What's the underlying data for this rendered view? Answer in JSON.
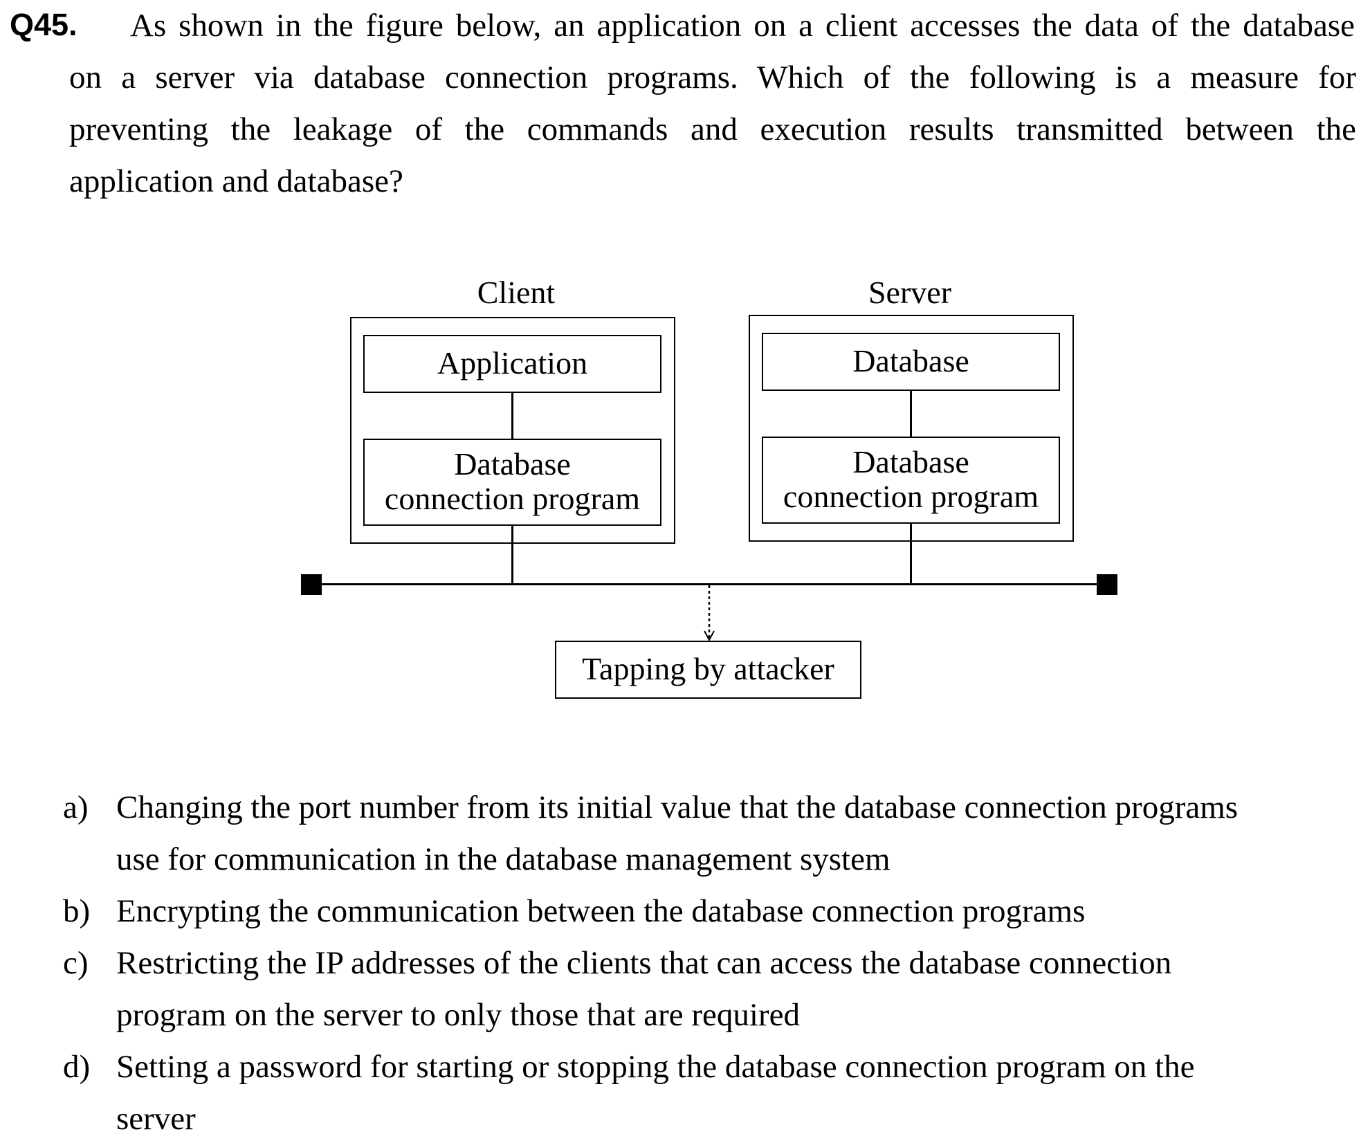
{
  "question": {
    "number": "Q45.",
    "lines": [
      "As shown in the figure below, an application on a client accesses the data of the database",
      "on a server via database connection programs. Which of the following is a measure for",
      "preventing the leakage of the commands and execution results transmitted between the",
      "application and database?"
    ]
  },
  "figure": {
    "client_label": "Client",
    "server_label": "Server",
    "client_app": "Application",
    "client_conn_line1": "Database",
    "client_conn_line2": "connection program",
    "server_db": "Database",
    "server_conn_line1": "Database",
    "server_conn_line2": "connection program",
    "tapping": "Tapping by attacker"
  },
  "options": [
    {
      "letter": "a)",
      "lines": [
        "Changing the port number from its initial value that the database connection programs",
        "use for communication in the database management system"
      ]
    },
    {
      "letter": "b)",
      "lines": [
        "Encrypting the communication between the database connection programs"
      ]
    },
    {
      "letter": "c)",
      "lines": [
        "Restricting the IP addresses of the clients that can access the database connection",
        "program on the server to only those that are required"
      ]
    },
    {
      "letter": "d)",
      "lines": [
        "Setting a password for starting or stopping the database connection program on the",
        "server"
      ]
    }
  ]
}
